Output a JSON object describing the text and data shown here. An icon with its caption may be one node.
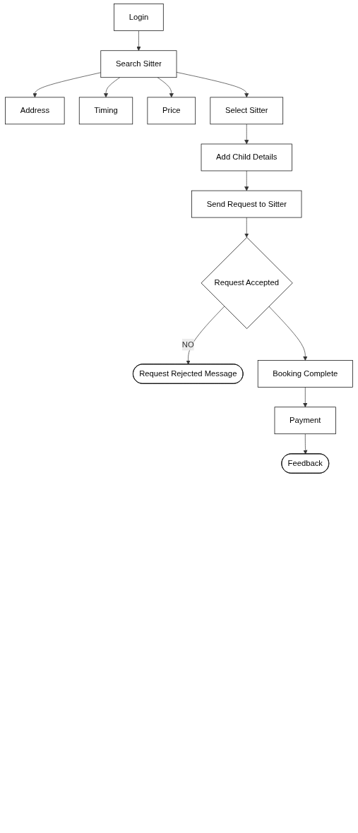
{
  "diagram": {
    "nodes": [
      {
        "text": [
          "Login"
        ]
      },
      {
        "text": [
          "Search Sitter"
        ]
      },
      {
        "text": [
          "Address"
        ]
      },
      {
        "text": [
          "Timing"
        ]
      },
      {
        "text": [
          "Price"
        ]
      },
      {
        "text": [
          "Select Sitter"
        ]
      },
      {
        "text": [
          "Add Child Details"
        ]
      },
      {
        "text": [
          "Send Request to Sitter"
        ]
      },
      {
        "text": [
          "Request Accepted"
        ]
      },
      {
        "text": [
          "Request Rejected Message"
        ]
      },
      {
        "text": [
          "Booking Complete"
        ]
      },
      {
        "text": [
          "Payment"
        ]
      },
      {
        "text": [
          "Feedback"
        ]
      }
    ],
    "edges": [
      {
        "from": 0,
        "to": 1,
        "arrow": "to"
      },
      {
        "from": 1,
        "to": 2,
        "arrow": "to"
      },
      {
        "from": 1,
        "to": 3,
        "arrow": "to"
      },
      {
        "from": 1,
        "to": 4,
        "arrow": "to"
      },
      {
        "from": 1,
        "to": 5,
        "arrow": "to"
      },
      {
        "from": 5,
        "to": 6,
        "arrow": "to"
      },
      {
        "from": 6,
        "to": 7,
        "arrow": "to"
      },
      {
        "from": 7,
        "to": 8,
        "arrow": "to"
      },
      {
        "from": 8,
        "to": 9,
        "label": "NO",
        "arrow": "to"
      },
      {
        "from": 8,
        "to": 10,
        "arrow": "to"
      },
      {
        "from": 10,
        "to": 11,
        "arrow": "to"
      },
      {
        "from": 11,
        "to": 12,
        "arrow": "to"
      }
    ]
  }
}
